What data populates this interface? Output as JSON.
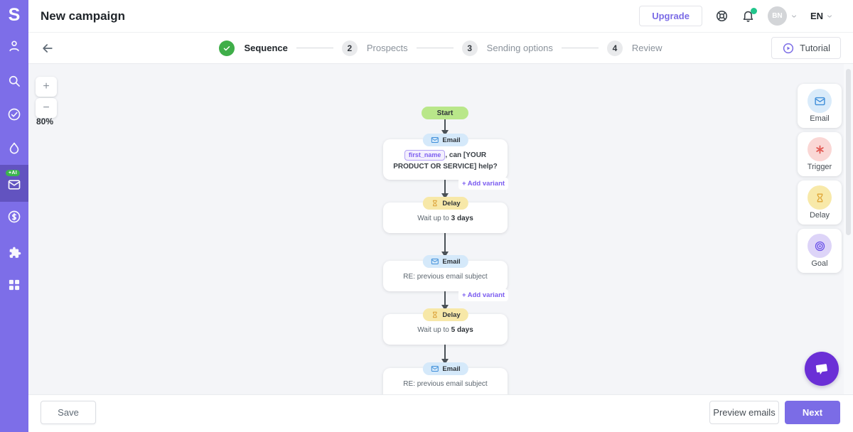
{
  "app": {
    "logo": "S"
  },
  "header": {
    "title": "New campaign",
    "upgrade_label": "Upgrade",
    "avatar_initials": "BN",
    "language": "EN"
  },
  "sidebar": {
    "ai_badge": "+AI",
    "items": [
      {
        "icon": "user-icon"
      },
      {
        "icon": "search-icon"
      },
      {
        "icon": "check-circle-icon"
      },
      {
        "icon": "flame-icon"
      },
      {
        "icon": "envelope-icon",
        "active": true,
        "badge": "+AI"
      },
      {
        "icon": "dollar-icon"
      },
      {
        "icon": "puzzle-icon"
      },
      {
        "icon": "grid-icon"
      }
    ]
  },
  "steps": {
    "items": [
      {
        "label": "Sequence",
        "state": "done"
      },
      {
        "label": "Prospects",
        "number": "2"
      },
      {
        "label": "Sending options",
        "number": "3"
      },
      {
        "label": "Review",
        "number": "4"
      }
    ],
    "tutorial_label": "Tutorial"
  },
  "canvas": {
    "controls": {
      "zoom_in": "+",
      "zoom_out": "−",
      "zoom_level": "80%"
    },
    "flow": {
      "start_label": "Start",
      "add_variant_label": "+ Add variant",
      "email1": {
        "title": "Email",
        "token": "first_name",
        "text": ", can [YOUR PRODUCT OR SERVICE] help?"
      },
      "delay1": {
        "title": "Delay",
        "text": "Wait up to",
        "value": "3 days"
      },
      "email2": {
        "title": "Email",
        "text": "RE: previous email subject"
      },
      "delay2": {
        "title": "Delay",
        "text": "Wait up to",
        "value": "5 days"
      },
      "email3": {
        "title": "Email",
        "text": "RE: previous email subject"
      }
    }
  },
  "palette": {
    "items": [
      {
        "label": "Email",
        "icon": "envelope-icon",
        "circle_color": "#d9ebfa",
        "icon_color": "#3e8ed9"
      },
      {
        "label": "Trigger",
        "icon": "asterisk-icon",
        "circle_color": "#fad7d5",
        "icon_color": "#e25b55"
      },
      {
        "label": "Delay",
        "icon": "hourglass-icon",
        "circle_color": "#f8e9a9",
        "icon_color": "#dfa433"
      },
      {
        "label": "Goal",
        "icon": "target-icon",
        "circle_color": "#ddd4f8",
        "icon_color": "#6950e8"
      }
    ]
  },
  "footer": {
    "save_label": "Save",
    "preview_label": "Preview emails",
    "next_label": "Next"
  },
  "colors": {
    "sidebar_purple": "#7d6ee8",
    "accent_purple": "#7b6ce6",
    "success_green": "#3fae49",
    "online_green": "#21c58b",
    "start_green": "#b9e78a",
    "email_pill_blue": "#d5e9fa",
    "delay_pill_yellow": "#f7e8a8",
    "chat_purple": "#6b2fd6"
  }
}
